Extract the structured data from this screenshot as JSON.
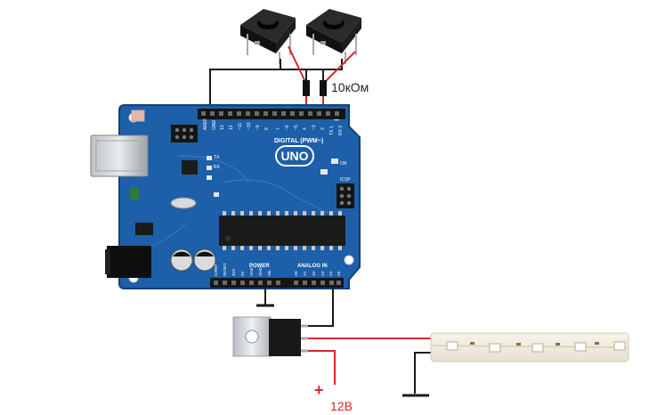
{
  "labels": {
    "resistor": "10кОм",
    "plus": "+",
    "voltage": "12В"
  },
  "board": {
    "logo": "UNO",
    "digital": "DIGITAL (PWM~)",
    "power": "POWER",
    "analog_in": "ANALOG IN",
    "aref": "AREF",
    "gnd": "GND",
    "tx": "TX",
    "rx": "RX",
    "on": "ON",
    "icsp": "ICSP",
    "pin_13": "13",
    "pin_12": "12",
    "pin_11": "~11",
    "pin_10": "~10",
    "pin_9": "~9",
    "pin_8": "8",
    "pin_7": "7",
    "pin_6": "~6",
    "pin_5": "~5",
    "pin_4": "4",
    "pin_3": "~3",
    "pin_2": "2",
    "pin_1": "TX 1",
    "pin_0": "RX 0",
    "pin_a0": "A0",
    "pin_a1": "A1",
    "pin_a2": "A2",
    "pin_a3": "A3",
    "pin_a4": "A4",
    "pin_a5": "A5",
    "pwr_ioref": "IOREF",
    "pwr_reset": "RESET",
    "pwr_3v3": "3V3",
    "pwr_5v": "5V",
    "pwr_gnd1": "GND",
    "pwr_gnd2": "GND",
    "pwr_vin": "Vin"
  },
  "colors": {
    "wire_black": "#1a1a1a",
    "wire_red": "#d8262a",
    "pcb_blue": "#1d5fa8",
    "pcb_dark": "#123f78",
    "header": "#151515"
  }
}
